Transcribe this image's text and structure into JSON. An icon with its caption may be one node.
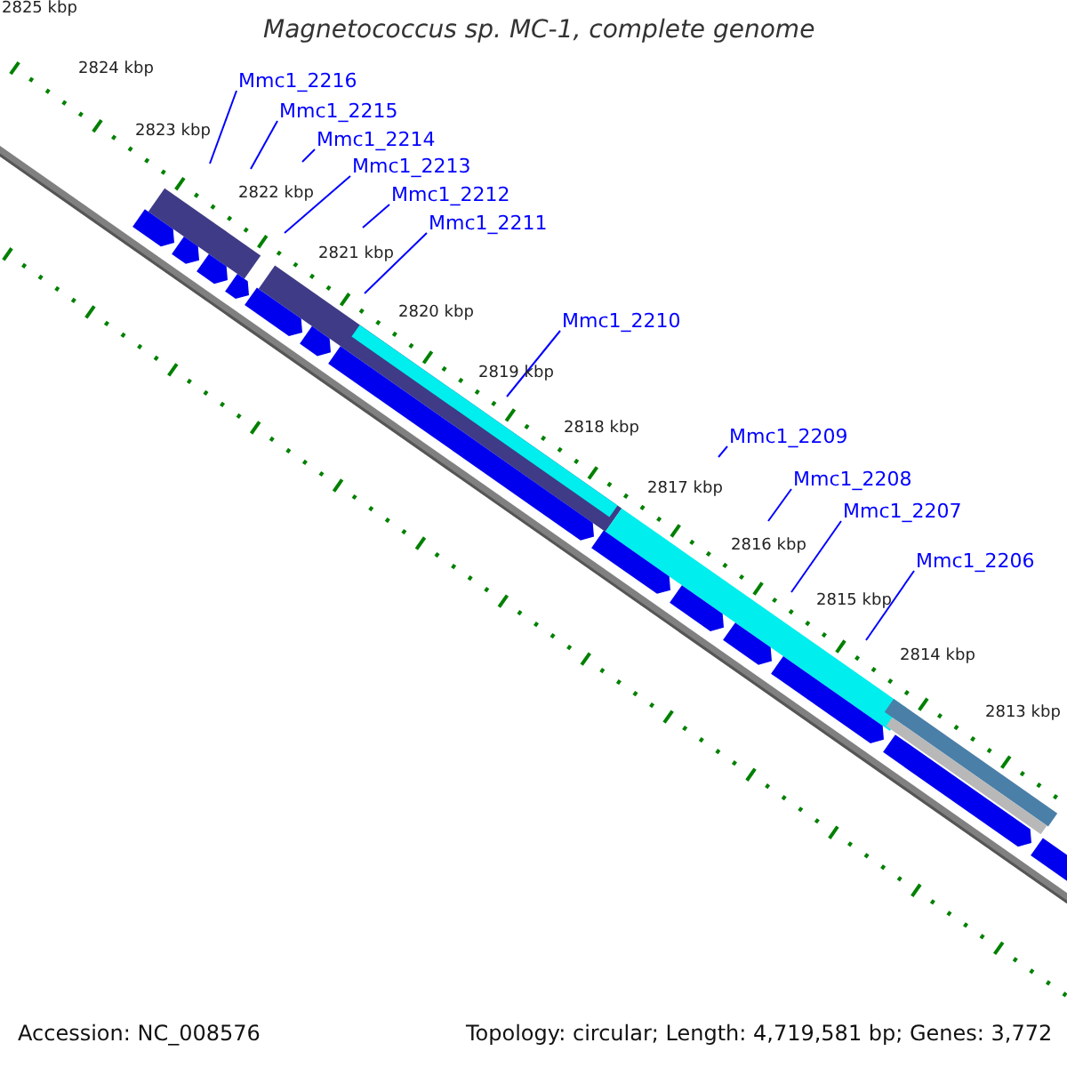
{
  "diagram": {
    "title": "Magnetococcus sp. MC-1, complete genome",
    "nodes": [
      {
        "text": [
          "Mmc1_2216"
        ]
      },
      {
        "text": [
          "Mmc1_2215"
        ]
      },
      {
        "text": [
          "Mmc1_2214"
        ]
      },
      {
        "text": [
          "Mmc1_2213"
        ]
      },
      {
        "text": [
          "Mmc1_2212"
        ]
      },
      {
        "text": [
          "Mmc1_2211"
        ]
      },
      {
        "text": [
          "Mmc1_2210"
        ]
      },
      {
        "text": [
          "Mmc1_2209"
        ]
      },
      {
        "text": [
          "Mmc1_2208"
        ]
      },
      {
        "text": [
          "Mmc1_2207"
        ]
      },
      {
        "text": [
          "Mmc1_2206"
        ]
      }
    ],
    "edges": [
      {
        "from": 0,
        "to": null,
        "arrow": "none"
      },
      {
        "from": 1,
        "to": null,
        "arrow": "none"
      },
      {
        "from": 2,
        "to": null,
        "arrow": "none"
      },
      {
        "from": 3,
        "to": null,
        "arrow": "none"
      },
      {
        "from": 4,
        "to": null,
        "arrow": "none"
      },
      {
        "from": 5,
        "to": null,
        "arrow": "none"
      },
      {
        "from": 6,
        "to": null,
        "arrow": "none"
      },
      {
        "from": 7,
        "to": null,
        "arrow": "none"
      },
      {
        "from": 8,
        "to": null,
        "arrow": "none"
      },
      {
        "from": 9,
        "to": null,
        "arrow": "none"
      },
      {
        "from": 10,
        "to": null,
        "arrow": "none"
      }
    ],
    "labels": [
      "2825 kbp",
      "2824 kbp",
      "2823 kbp",
      "2822 kbp",
      "2821 kbp",
      "2820 kbp",
      "2819 kbp",
      "2818 kbp",
      "2817 kbp",
      "2816 kbp",
      "2815 kbp",
      "2814 kbp",
      "2813 kbp",
      "Accession: NC_008576",
      "Topology: circular; Length: 4,719,581 bp; Genes: 3,772"
    ]
  }
}
